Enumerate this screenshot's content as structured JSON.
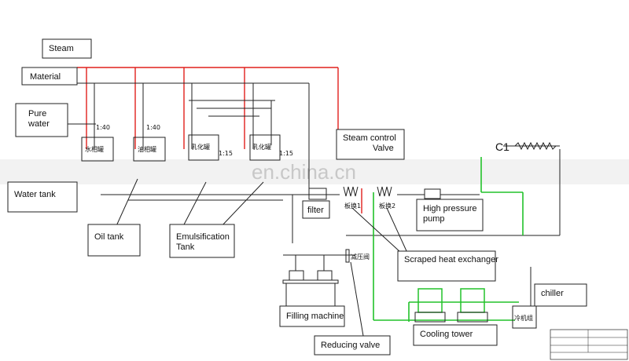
{
  "labels": {
    "steam": "Steam",
    "material": "Material",
    "pure_water_1": "Pure",
    "pure_water_2": "water",
    "water_tank": "Water tank",
    "oil_tank": "Oil tank",
    "emulsification_1": "Emulsification",
    "emulsification_2": "Tank",
    "steam_control_1": "Steam control",
    "steam_control_2": "Valve",
    "filter": "filter",
    "high_pressure_1": "High pressure",
    "high_pressure_2": "pump",
    "scraped_heat_exchanger": "Scraped heat exchanger",
    "chiller": "chiller",
    "filling_machine": "Filling machine",
    "cooling_tower": "Cooling tower",
    "reducing_valve": "Reducing valve",
    "c1": "C1"
  },
  "equipment_tags": {
    "water_tank_cn": "水相罐",
    "oil_tank_cn": "油相罐",
    "emul_tank_1_cn": "乳化罐",
    "emul_tank_2_cn": "乳化罐",
    "exchanger_1_cn": "板换1",
    "exchanger_2_cn": "板换2",
    "reducing_valve_cn": "减压阀",
    "chiller_cn": "冷机组",
    "ratio_1": "1:40",
    "ratio_2": "1:40",
    "ratio_3": "1:15",
    "ratio_4": "1:15"
  },
  "watermark": "en.china.cn",
  "colors": {
    "steam_line": "#e0201c",
    "cooling_line": "#22c22a",
    "process_line": "#222222"
  }
}
